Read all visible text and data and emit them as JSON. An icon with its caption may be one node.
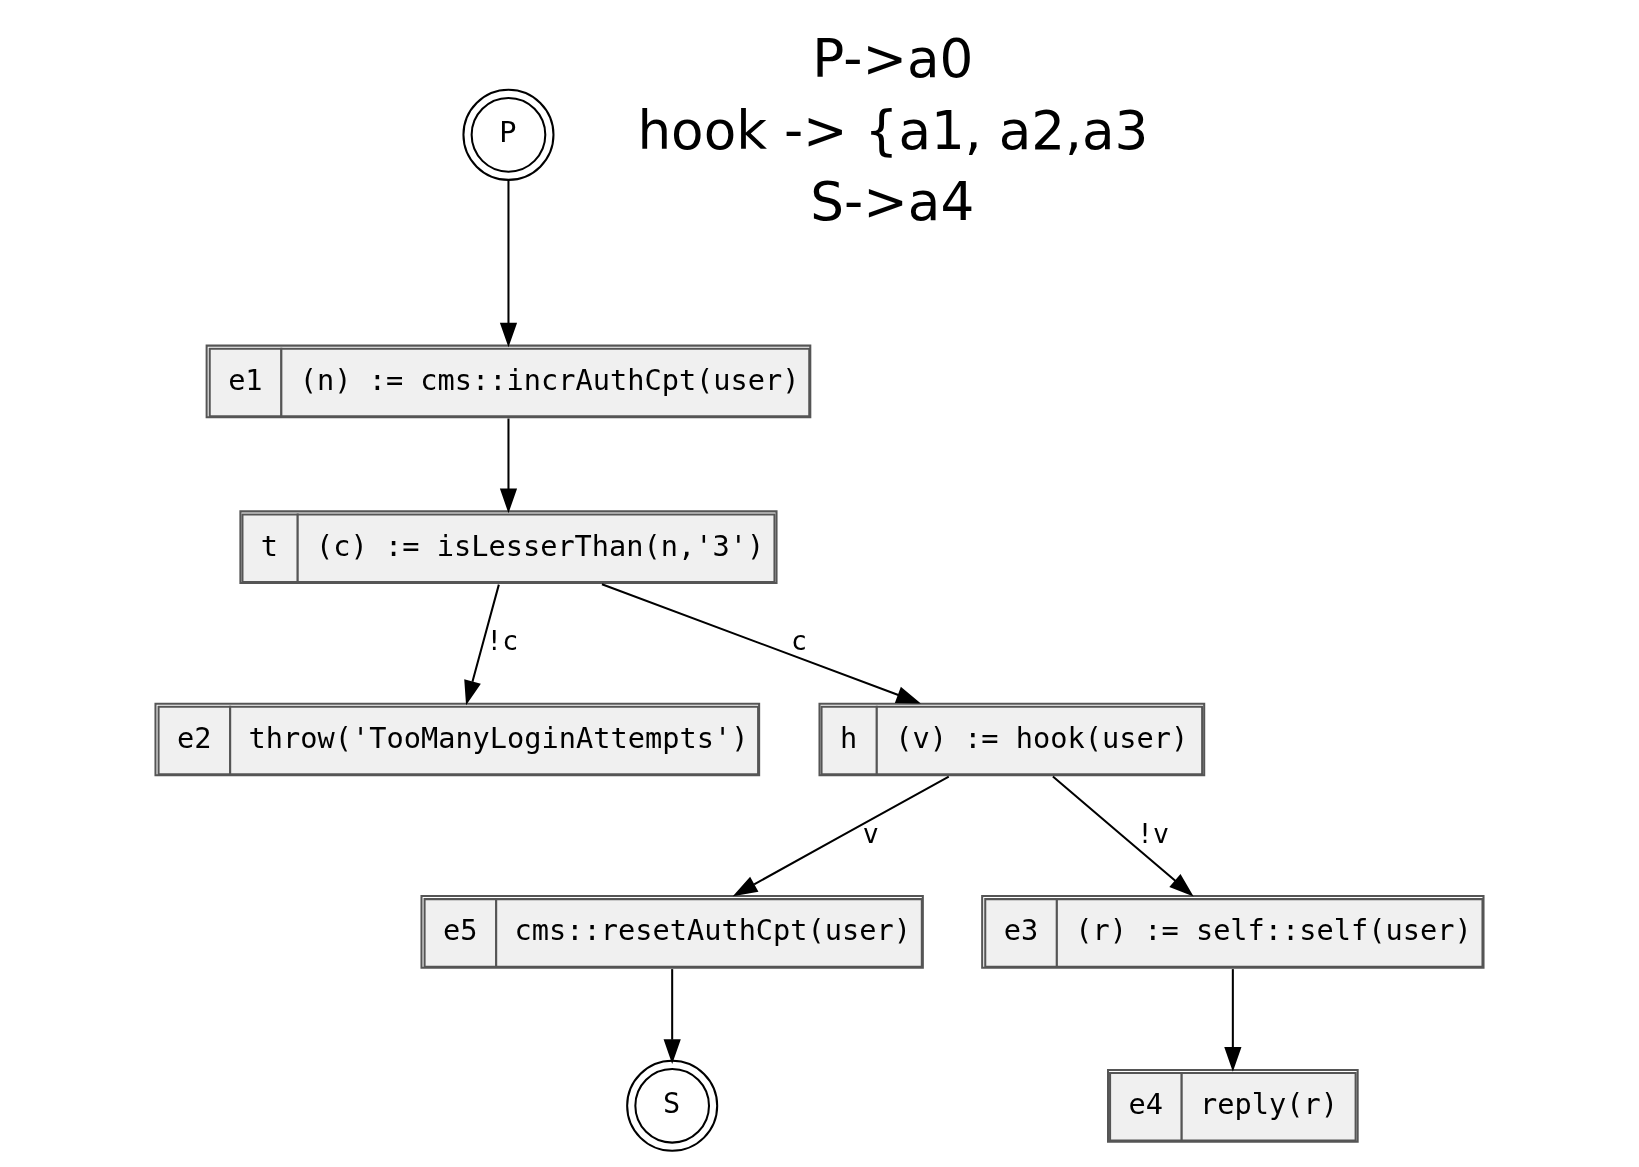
{
  "diagram": {
    "nodes": [
      {
        "text": [
          "P"
        ]
      },
      {
        "text": [
          "e1",
          "(n) := cms::incrAuthCpt(user)"
        ]
      },
      {
        "text": [
          "t",
          "(c) := isLesserThan(n,'3')"
        ]
      },
      {
        "text": [
          "e2",
          "throw('TooManyLoginAttempts')"
        ]
      },
      {
        "text": [
          "h",
          "(v) := hook(user)"
        ]
      },
      {
        "text": [
          "e5",
          "cms::resetAuthCpt(user)"
        ]
      },
      {
        "text": [
          "e3",
          "(r) := self::self(user)"
        ]
      },
      {
        "text": [
          "S"
        ]
      },
      {
        "text": [
          "e4",
          "reply(r)"
        ]
      }
    ],
    "edges": [
      {
        "from": 0,
        "to": 1,
        "arrow": "to"
      },
      {
        "from": 1,
        "to": 2,
        "arrow": "to"
      },
      {
        "from": 2,
        "to": 3,
        "arrow": "to",
        "label": "!c"
      },
      {
        "from": 2,
        "to": 4,
        "arrow": "to",
        "label": "c"
      },
      {
        "from": 4,
        "to": 5,
        "arrow": "to",
        "label": "v"
      },
      {
        "from": 4,
        "to": 6,
        "arrow": "to",
        "label": "!v"
      },
      {
        "from": 5,
        "to": 7,
        "arrow": "to"
      },
      {
        "from": 6,
        "to": 8,
        "arrow": "to"
      }
    ],
    "labels": [
      "P->a0",
      "hook -> {a1, a2,a3",
      "S->a4"
    ]
  }
}
